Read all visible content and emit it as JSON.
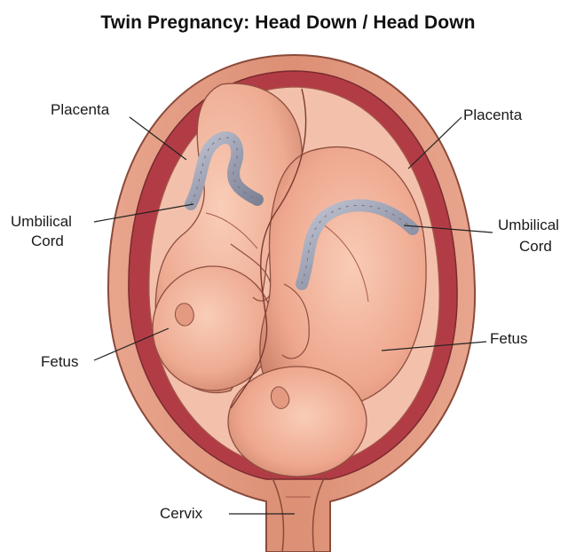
{
  "title": "Twin Pregnancy: Head Down / Head Down",
  "labels": {
    "placenta_left": "Placenta",
    "placenta_right": "Placenta",
    "cord_left_line1": "Umbilical",
    "cord_left_line2": "Cord",
    "cord_right_line1": "Umbilical",
    "cord_right_line2": "Cord",
    "fetus_left": "Fetus",
    "fetus_right": "Fetus",
    "cervix": "Cervix"
  },
  "colors": {
    "uterus_wall": "#d98b73",
    "uterus_outline": "#8a4a3a",
    "placenta": "#b03a44",
    "skin": "#f2b59d",
    "skin_shadow": "#d98f78",
    "cord": "#9fa3b4",
    "leader_line": "#222222"
  }
}
